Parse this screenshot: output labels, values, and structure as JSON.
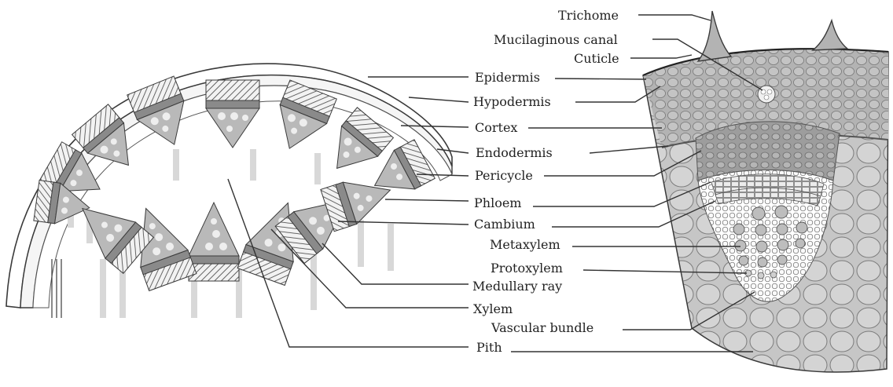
{
  "diagram": {
    "labels": {
      "trichome": "Trichome",
      "mucilaginous_canal": "Mucilaginous canal",
      "cuticle": "Cuticle",
      "epidermis": "Epidermis",
      "hypodermis": "Hypodermis",
      "cortex": "Cortex",
      "endodermis": "Endodermis",
      "pericycle": "Pericycle",
      "phloem": "Phloem",
      "cambium": "Cambium",
      "metaxylem": "Metaxylem",
      "protoxylem": "Protoxylem",
      "medullary_ray": "Medullary ray",
      "xylem": "Xylem",
      "vascular_bundle": "Vascular bundle",
      "pith": "Pith"
    },
    "colors": {
      "tissue_fill": "#b9b9b9",
      "tissue_dark": "#8a8a8a",
      "cell_light": "#e6e6e6",
      "outline": "#3a3a3a",
      "background": "#ffffff"
    }
  }
}
